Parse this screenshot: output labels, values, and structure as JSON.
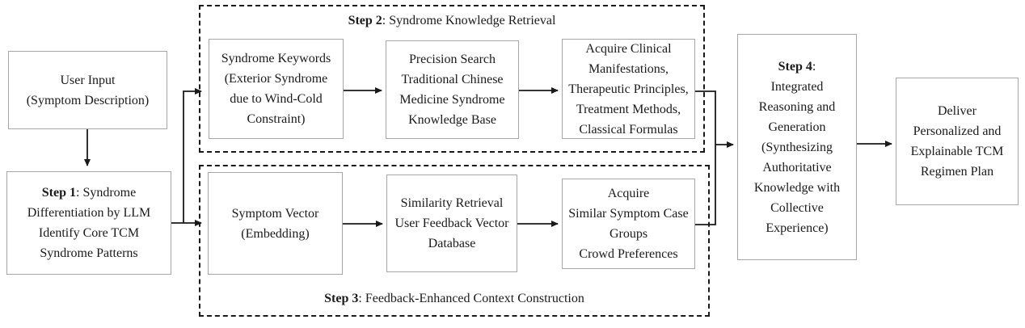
{
  "diagram": {
    "title_hint": "TCM multi-step retrieval and generation pipeline flowchart",
    "nodes": {
      "user_input": {
        "text": "User Input\n(Symptom Description)"
      },
      "step1": {
        "bold": "Step 1",
        "rest": ": Syndrome\nDifferentiation by LLM\nIdentify Core TCM\nSyndrome Patterns"
      },
      "syndrome_keywords": {
        "text": "Syndrome Keywords\n(Exterior Syndrome\ndue to Wind-Cold\nConstraint)"
      },
      "precision_search": {
        "text": "Precision Search\nTraditional Chinese\nMedicine Syndrome\nKnowledge Base"
      },
      "acquire_clinical": {
        "text": "Acquire Clinical\nManifestations,\nTherapeutic Principles,\nTreatment Methods,\nClassical Formulas"
      },
      "symptom_vector": {
        "text": "Symptom Vector\n(Embedding)"
      },
      "similarity_retrieval": {
        "text": "Similarity Retrieval\nUser Feedback Vector\nDatabase"
      },
      "acquire_similar": {
        "text": "Acquire\nSimilar Symptom Case\nGroups\nCrowd Preferences"
      },
      "step4": {
        "bold": "Step 4",
        "rest": ":\nIntegrated\nReasoning and\nGeneration\n(Synthesizing\nAuthoritative\nKnowledge with\nCollective\nExperience)"
      },
      "deliver": {
        "text": "Deliver\nPersonalized and\nExplainable TCM\nRegimen Plan"
      }
    },
    "groups": {
      "step2": {
        "bold": "Step 2",
        "rest": ": Syndrome Knowledge Retrieval"
      },
      "step3": {
        "bold": "Step 3",
        "rest": ": Feedback-Enhanced Context Construction"
      }
    },
    "colors": {
      "background": "#ffffff",
      "box_border": "#a6a6a6",
      "dashed_border": "#1a1a1a",
      "text": "#1a1a1a",
      "arrow": "#1a1a1a"
    }
  }
}
